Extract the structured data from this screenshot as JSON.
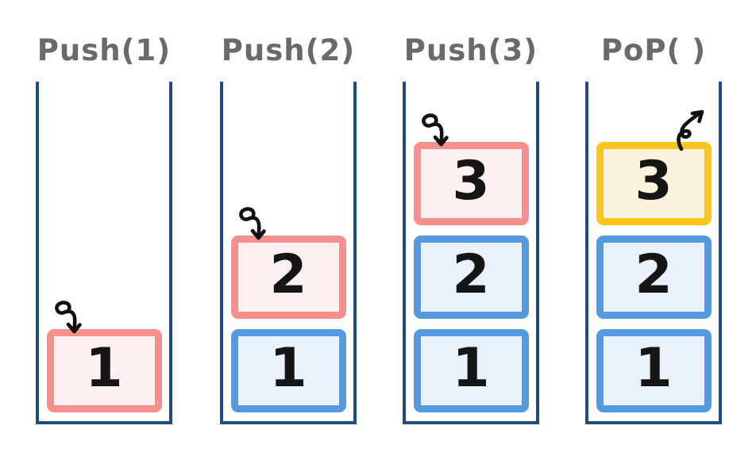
{
  "diagram": {
    "background": "#ffffff",
    "description_colors": {
      "frame": "#1d4e7f",
      "title": "#6a6a6a",
      "number": "#151515",
      "arrow": "#111111",
      "pushed_border": "#f88f8f",
      "pushed_fill": "#fdf0f1",
      "settled_border": "#539ae0",
      "settled_fill": "#e9f1fa",
      "popped_border": "#f9c51b",
      "popped_fill": "#fbf3dd"
    },
    "stacks": [
      {
        "title": "Push(1)",
        "arrow": "push",
        "items": [
          {
            "value": "1",
            "variant": "pushed"
          }
        ]
      },
      {
        "title": "Push(2)",
        "arrow": "push",
        "items": [
          {
            "value": "2",
            "variant": "pushed"
          },
          {
            "value": "1",
            "variant": "settled"
          }
        ]
      },
      {
        "title": "Push(3)",
        "arrow": "push",
        "items": [
          {
            "value": "3",
            "variant": "pushed"
          },
          {
            "value": "2",
            "variant": "settled"
          },
          {
            "value": "1",
            "variant": "settled"
          }
        ]
      },
      {
        "title": "PoP( )",
        "arrow": "pop",
        "items": [
          {
            "value": "3",
            "variant": "popped"
          },
          {
            "value": "2",
            "variant": "settled"
          },
          {
            "value": "1",
            "variant": "settled"
          }
        ]
      }
    ]
  }
}
